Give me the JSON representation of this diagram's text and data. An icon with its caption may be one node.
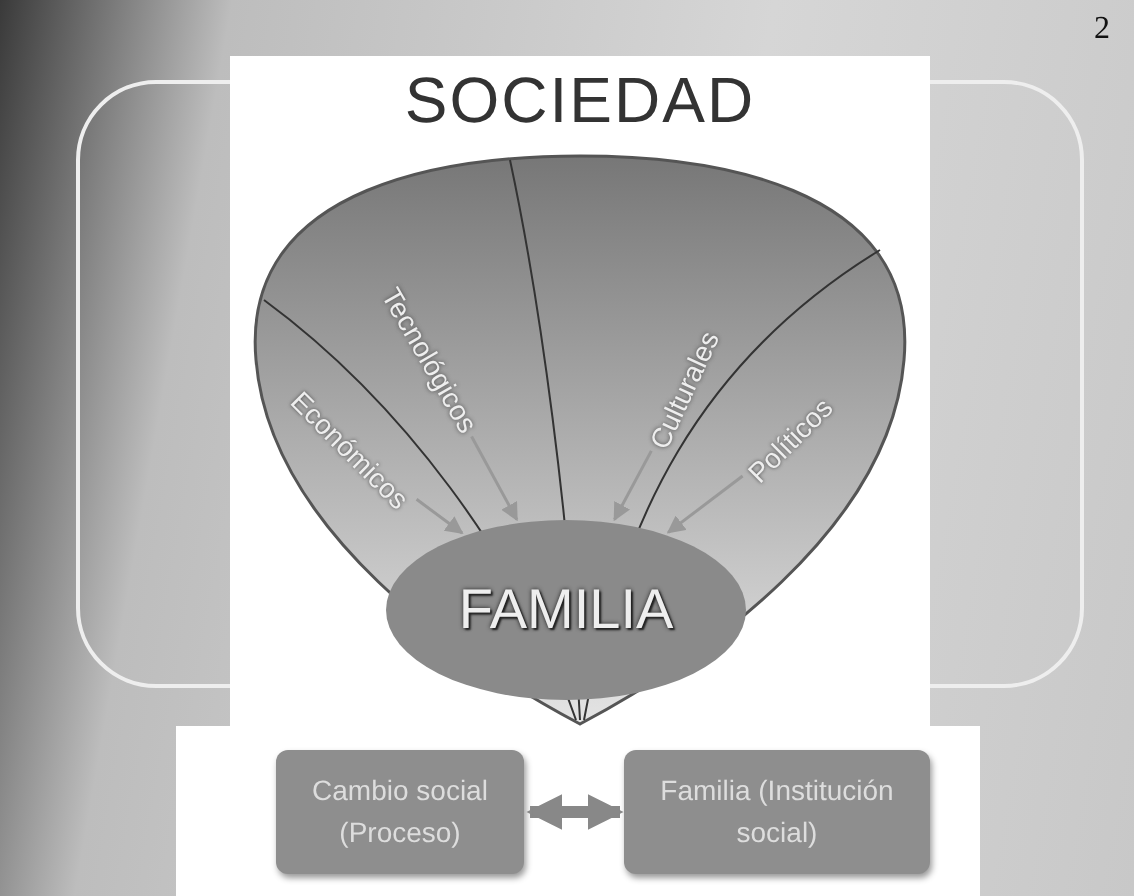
{
  "diagram": {
    "nodes": [
      {
        "text": [
          "SOCIEDAD"
        ]
      },
      {
        "text": [
          "Económicos"
        ],
        "in": 0
      },
      {
        "text": [
          "Tecnológicos"
        ],
        "in": 0
      },
      {
        "text": [
          "Culturales"
        ],
        "in": 0
      },
      {
        "text": [
          "Políticos"
        ],
        "in": 0
      },
      {
        "text": [
          "FAMILIA"
        ],
        "in": 0
      },
      {
        "text": [
          "Cambio social (Proceso)"
        ]
      },
      {
        "text": [
          "Familia (Institución social)"
        ]
      }
    ],
    "edges": [
      {
        "from": 1,
        "to": 5,
        "arrow": "to"
      },
      {
        "from": 2,
        "to": 5,
        "arrow": "to"
      },
      {
        "from": 3,
        "to": 5,
        "arrow": "to"
      },
      {
        "from": 4,
        "to": 5,
        "arrow": "to"
      },
      {
        "from": 6,
        "to": 7,
        "arrow": "both",
        "style": "thick"
      }
    ],
    "labels": [
      "2"
    ]
  }
}
